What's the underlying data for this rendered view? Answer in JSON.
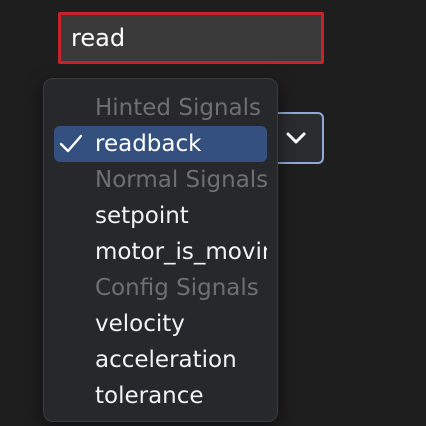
{
  "search": {
    "value": "read",
    "placeholder": ""
  },
  "combo": {
    "icon": "chevron-down-icon"
  },
  "menu": {
    "sections": [
      {
        "header": "Hinted Signals",
        "items": [
          {
            "label": "readback",
            "selected": true
          }
        ]
      },
      {
        "header": "Normal Signals",
        "items": [
          {
            "label": "setpoint",
            "selected": false
          },
          {
            "label": "motor_is_moving",
            "selected": false
          }
        ]
      },
      {
        "header": "Config Signals",
        "items": [
          {
            "label": "velocity",
            "selected": false
          },
          {
            "label": "acceleration",
            "selected": false
          },
          {
            "label": "tolerance",
            "selected": false
          }
        ]
      }
    ]
  },
  "colors": {
    "background": "#1e1e1e",
    "search_border": "#c8232c",
    "selection": "#33507e",
    "combo_border": "#8fa8d6",
    "header_text": "#6e6f74"
  }
}
